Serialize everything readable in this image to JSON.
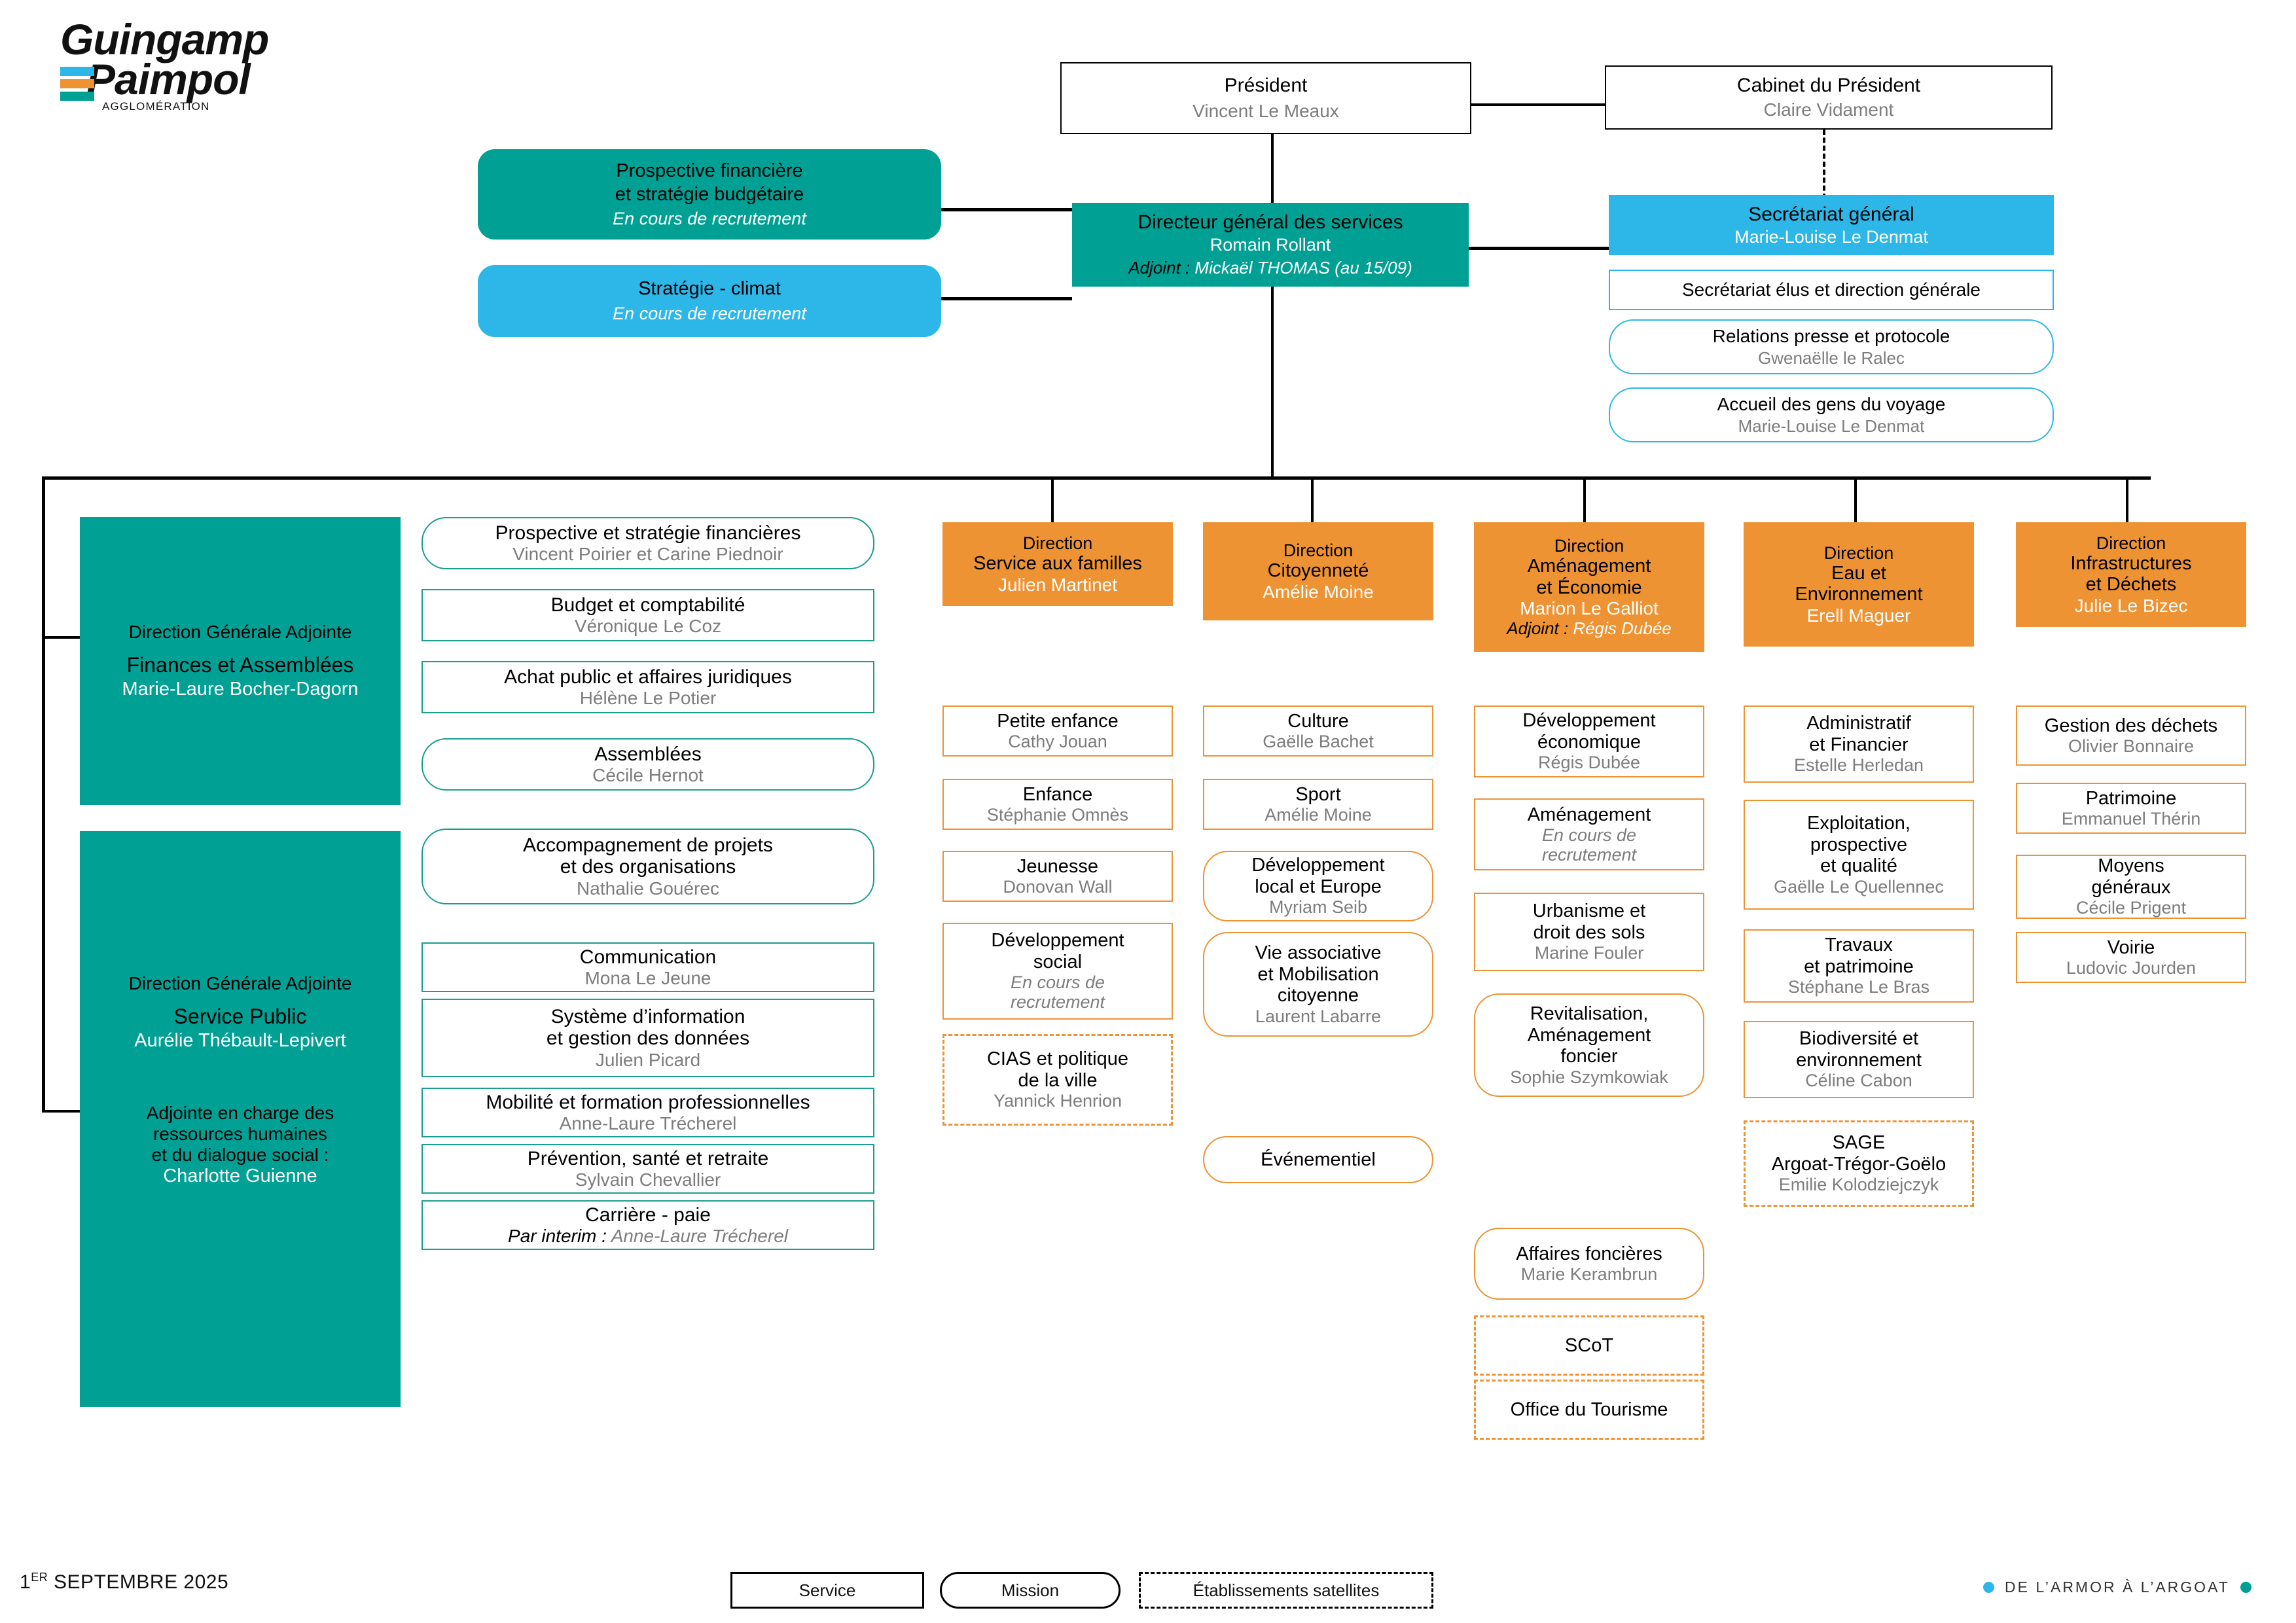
{
  "meta": {
    "date_label": "1",
    "date_sup": "ER",
    "date_rest": " SEPTEMBRE 2025",
    "tagline": "DE L’ARMOR À L’ARGOAT"
  },
  "colors": {
    "teal": "#00a094",
    "teal_border": "#1a9e8f",
    "blue": "#2cb7e8",
    "orange": "#ee9334",
    "name_grey": "#7d7d7d",
    "black": "#000000"
  },
  "logo": {
    "line1": "Guingamp",
    "line2": "Paimpol",
    "sub": "AGGLOMÉRATION",
    "bar_colors": [
      "#2cb7e8",
      "#ee9334",
      "#00a094"
    ]
  },
  "top": {
    "president": {
      "title": "Président",
      "name": "Vincent Le Meaux"
    },
    "cabinet": {
      "title": "Cabinet du Président",
      "name": "Claire Vidament"
    },
    "dgs": {
      "title": "Directeur général des services",
      "name": "Romain Rollant",
      "deputy_label": "Adjoint : ",
      "deputy_name": "Mickaël THOMAS (au 15/09)"
    },
    "prospective_fin": {
      "line1": "Prospective financière",
      "line2": "et stratégie budgétaire",
      "status": "En cours de recrutement"
    },
    "strategie_climat": {
      "line1": "Stratégie - climat",
      "status": "En cours de recrutement"
    },
    "secretariat_general": {
      "title": "Secrétariat général",
      "name": "Marie-Louise Le Denmat"
    },
    "sg_children": [
      {
        "title": "Secrétariat élus et direction générale",
        "name": "",
        "shape": "service"
      },
      {
        "title": "Relations presse et protocole",
        "name": "Gwenaëlle le Ralec",
        "shape": "mission"
      },
      {
        "title": "Accueil des gens du voyage",
        "name": "Marie-Louise Le Denmat",
        "shape": "mission"
      }
    ]
  },
  "columns": {
    "dga_finances": {
      "heading": "Direction Générale Adjointe",
      "subtitle": "Finances et Assemblées",
      "name": "Marie-Laure Bocher-Dagorn"
    },
    "dga_service_public": {
      "heading": "Direction Générale Adjointe",
      "subtitle": "Service Public",
      "name": "Aurélie Thébault-Lepivert",
      "extra_line1": "Adjointe en charge des",
      "extra_line2": "ressources humaines",
      "extra_line3": "et du dialogue social :",
      "extra_name": "Charlotte Guienne"
    },
    "teal_services": [
      {
        "title": "Prospective et stratégie financières",
        "name": "Vincent Poirier et Carine Piednoir",
        "shape": "mission"
      },
      {
        "title": "Budget et comptabilité",
        "name": "Véronique Le Coz",
        "shape": "service"
      },
      {
        "title": "Achat public et affaires juridiques",
        "name": "Hélène Le Potier",
        "shape": "service"
      },
      {
        "title": "Assemblées",
        "name": "Cécile Hernot",
        "shape": "mission"
      },
      {
        "title": "Accompagnement de projets\net des organisations",
        "name": "Nathalie Gouérec",
        "shape": "mission"
      },
      {
        "title": "Communication",
        "name": "Mona Le Jeune",
        "shape": "service"
      },
      {
        "title": "Système d’information\net gestion des données",
        "name": "Julien Picard",
        "shape": "service"
      },
      {
        "title": "Mobilité et formation professionnelles",
        "name": "Anne-Laure Trécherel",
        "shape": "service"
      },
      {
        "title": "Prévention, santé et retraite",
        "name": "Sylvain Chevallier",
        "shape": "service"
      },
      {
        "title": "Carrière - paie",
        "name": "Anne-Laure Trécherel",
        "prefix": "Par interim : ",
        "shape": "service"
      }
    ],
    "directions": [
      {
        "head": {
          "l1": "Direction",
          "l2": "Service aux familles",
          "name": "Julien Martinet"
        },
        "items": [
          {
            "title": "Petite enfance",
            "name": "Cathy Jouan",
            "shape": "service"
          },
          {
            "title": "Enfance",
            "name": "Stéphanie Omnès",
            "shape": "service"
          },
          {
            "title": "Jeunesse",
            "name": "Donovan Wall",
            "shape": "service"
          },
          {
            "title": "Développement\nsocial",
            "name": "En cours de\nrecrutement",
            "name_italic": true,
            "shape": "service"
          },
          {
            "title": "CIAS et politique\nde la ville",
            "name": "Yannick Henrion",
            "shape": "satellite"
          }
        ]
      },
      {
        "head": {
          "l1": "Direction",
          "l2": "Citoyenneté",
          "name": "Amélie Moine"
        },
        "items": [
          {
            "title": "Culture",
            "name": "Gaëlle Bachet",
            "shape": "service"
          },
          {
            "title": "Sport",
            "name": "Amélie Moine",
            "shape": "service"
          },
          {
            "title": "Développement\nlocal et Europe",
            "name": "Myriam Seib",
            "shape": "mission"
          },
          {
            "title": "Vie associative\net Mobilisation\ncitoyenne",
            "name": "Laurent Labarre",
            "shape": "mission"
          },
          {
            "title": "Événementiel",
            "name": "",
            "shape": "mission"
          }
        ]
      },
      {
        "head": {
          "l1": "Direction",
          "l2": "Aménagement\net Économie",
          "name": "Marion Le Galliot",
          "deputy_label": "Adjoint : ",
          "deputy_name": "Régis Dubée"
        },
        "items": [
          {
            "title": "Développement\néconomique",
            "name": "Régis Dubée",
            "shape": "service"
          },
          {
            "title": "Aménagement",
            "name": "En cours de\nrecrutement",
            "name_italic": true,
            "shape": "service"
          },
          {
            "title": "Urbanisme et\ndroit des sols",
            "name": "Marine Fouler",
            "shape": "service"
          },
          {
            "title": "Revitalisation,\nAménagement\nfoncier",
            "name": "Sophie Szymkowiak",
            "shape": "mission"
          },
          {
            "title": "Affaires foncières",
            "name": "Marie Kerambrun",
            "shape": "mission"
          },
          {
            "title": "SCoT",
            "name": "",
            "shape": "satellite"
          },
          {
            "title": "Office du Tourisme",
            "name": "",
            "shape": "satellite"
          }
        ]
      },
      {
        "head": {
          "l1": "Direction",
          "l2": "Eau et\nEnvironnement",
          "name": "Erell Maguer"
        },
        "items": [
          {
            "title": "Administratif\net Financier",
            "name": "Estelle Herledan",
            "shape": "service"
          },
          {
            "title": "Exploitation,\nprospective\net qualité",
            "name": "Gaëlle Le Quellennec",
            "shape": "service"
          },
          {
            "title": "Travaux\net patrimoine",
            "name": "Stéphane Le Bras",
            "shape": "service"
          },
          {
            "title": "Biodiversité et\nenvironnement",
            "name": "Céline Cabon",
            "shape": "service"
          },
          {
            "title": "SAGE\nArgoat-Trégor-Goëlo",
            "name": "Emilie Kolodziejczyk",
            "shape": "satellite"
          }
        ]
      },
      {
        "head": {
          "l1": "Direction",
          "l2": "Infrastructures\net Déchets",
          "name": "Julie Le Bizec"
        },
        "items": [
          {
            "title": "Gestion des déchets",
            "name": "Olivier Bonnaire",
            "shape": "service"
          },
          {
            "title": "Patrimoine",
            "name": "Emmanuel Thérin",
            "shape": "service"
          },
          {
            "title": "Moyens\ngénéraux",
            "name": "Cécile Prigent",
            "shape": "service"
          },
          {
            "title": "Voirie",
            "name": "Ludovic Jourden",
            "shape": "service"
          }
        ]
      }
    ]
  },
  "legend": [
    {
      "label": "Service",
      "shape": "service"
    },
    {
      "label": "Mission",
      "shape": "mission"
    },
    {
      "label": "Établissements satellites",
      "shape": "satellite"
    }
  ]
}
